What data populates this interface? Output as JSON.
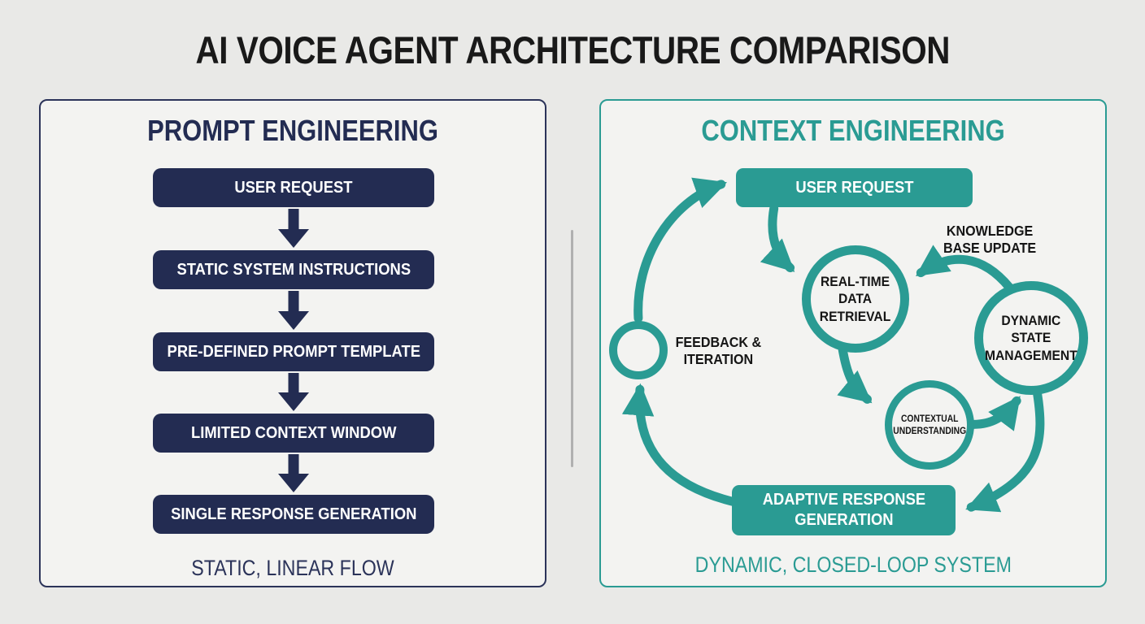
{
  "title": "AI VOICE AGENT ARCHITECTURE COMPARISON",
  "colors": {
    "navy": "#232c52",
    "teal": "#2a9b93",
    "page_background": "#e9e9e7",
    "panel_background": "#f3f3f1",
    "label_black": "#151515",
    "divider_gray": "#b0b0b0",
    "box_text_white": "#ffffff"
  },
  "left_panel": {
    "heading": "PROMPT ENGINEERING",
    "steps": [
      "USER REQUEST",
      "STATIC SYSTEM INSTRUCTIONS",
      "PRE-DEFINED PROMPT TEMPLATE",
      "LIMITED CONTEXT WINDOW",
      "SINGLE RESPONSE GENERATION"
    ],
    "caption": "STATIC, LINEAR FLOW"
  },
  "right_panel": {
    "heading": "CONTEXT ENGINEERING",
    "nodes": {
      "user_request": "USER REQUEST",
      "real_time_data_retrieval": "REAL-TIME\nDATA\nRETRIEVAL",
      "dynamic_state_management": "DYNAMIC\nSTATE\nMANAGEMENT",
      "contextual_understanding": "CONTEXTUAL\nUNDERSTANDING",
      "adaptive_response_generation": "ADAPTIVE RESPONSE\nGENERATION"
    },
    "labels": {
      "knowledge_base_update": "KNOWLEDGE\nBASE UPDATE",
      "feedback_iteration": "FEEDBACK &\nITERATION"
    },
    "caption": "DYNAMIC, CLOSED-LOOP SYSTEM"
  }
}
